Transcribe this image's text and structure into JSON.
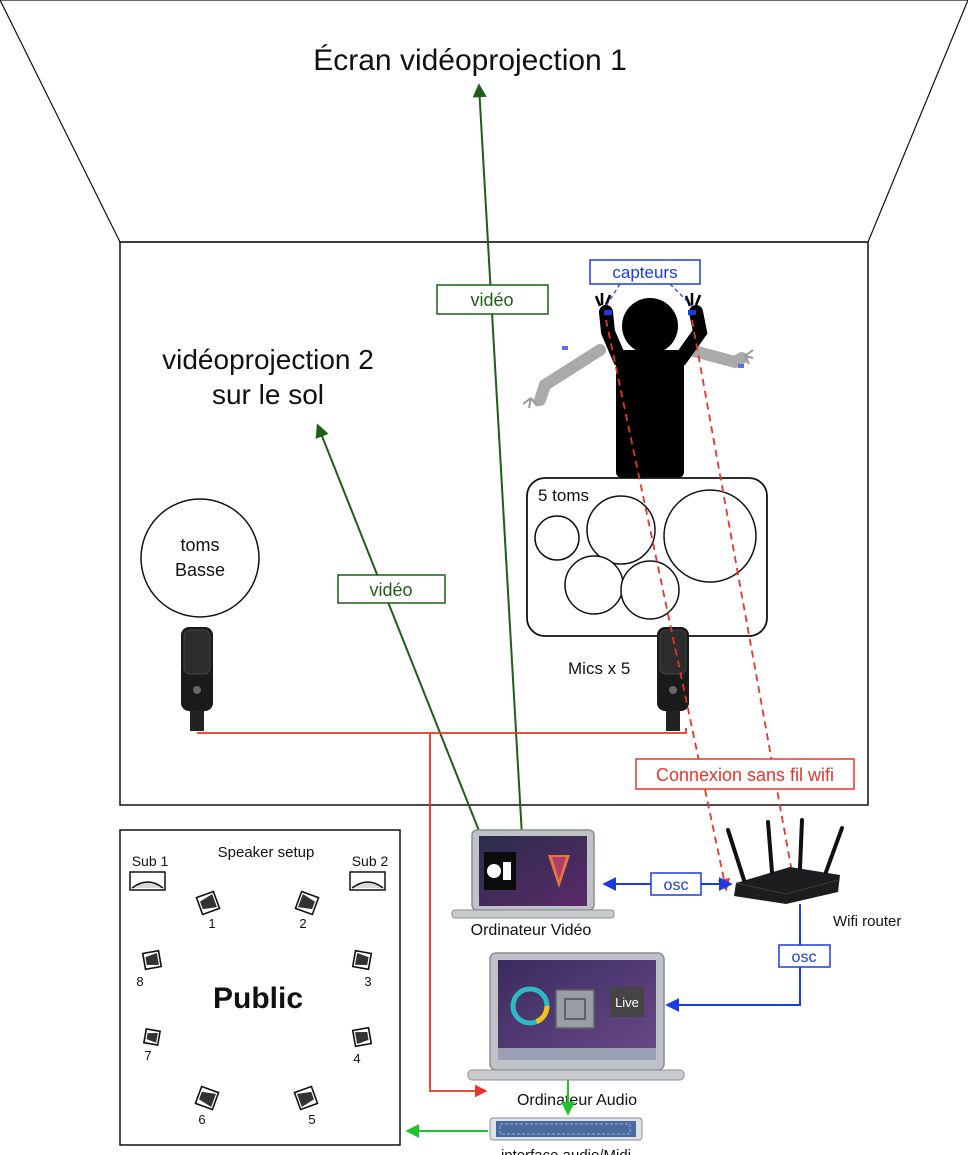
{
  "screen1": {
    "title": "Écran vidéoprojection 1"
  },
  "screen2": {
    "title_line1": "vidéoprojection 2",
    "title_line2": "sur le sol"
  },
  "labels": {
    "capteurs": "capteurs",
    "video": "vidéo",
    "toms_group": "5 toms",
    "toms_basse_line1": "toms",
    "toms_basse_line2": "Basse",
    "mics": "Mics x 5",
    "wifi_connection": "Connexion sans fil wifi",
    "wifi_router": "Wifi router",
    "osc": "osc",
    "video_computer": "Ordinateur Vidéo",
    "audio_computer": "Ordinateur Audio",
    "audio_interface": "interface audio/Midi",
    "live_app": "Live"
  },
  "speakers": {
    "title": "Speaker setup",
    "sub1": "Sub 1",
    "sub2": "Sub 2",
    "audience": "Public",
    "numbers": [
      "1",
      "2",
      "3",
      "4",
      "5",
      "6",
      "7",
      "8"
    ]
  },
  "colors": {
    "video_line": "#1f5e17",
    "audio_line": "#e8342a",
    "osc_line": "#1a3be0",
    "midi_line": "#1ec42a"
  },
  "icons": [
    "microphone-icon",
    "performer-icon",
    "router-icon",
    "laptop-icon",
    "speaker-icon",
    "audio-interface-icon"
  ]
}
